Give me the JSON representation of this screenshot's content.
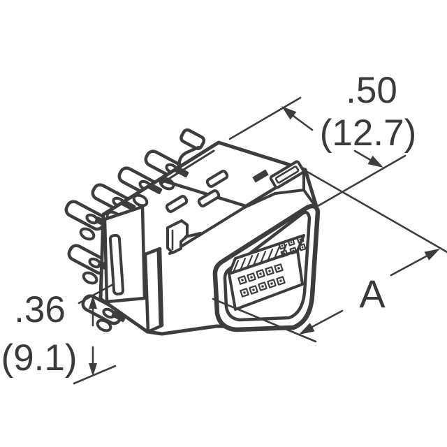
{
  "drawing": {
    "subject": "Isometric technical line drawing of a right-angle connector with metal shell, solder-lug terminals, side plate and a 2x7 contact mating face",
    "style": {
      "line_color": "#3d3d3d",
      "background": "#ffffff",
      "text_color": "#3a3a3a"
    }
  },
  "dimensions": {
    "shell_depth": {
      "inches": ".50",
      "millimeters": "(12.7)"
    },
    "body_height": {
      "inches": ".36",
      "millimeters": "(9.1)"
    },
    "body_length": {
      "label": "A"
    }
  }
}
